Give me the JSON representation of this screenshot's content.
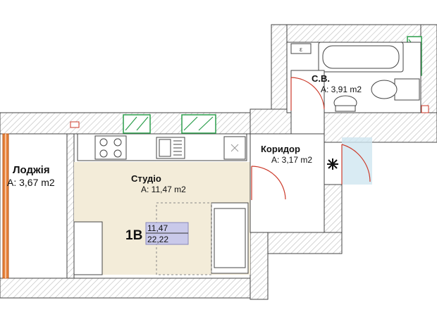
{
  "colors": {
    "wall_hatch": "#c8c8c8",
    "wall_line": "#444444",
    "studio_floor": "#f3ecd9",
    "loggia_glass": "#e8823a",
    "window_green": "#2a9d4a",
    "badge_bg": "#c9c9ea",
    "door_swing": "#cc3a2a",
    "balcony_door_glass": "#cfe6f0"
  },
  "rooms": {
    "bathroom": {
      "name": "С.В.",
      "area": "A: 3,91 m2"
    },
    "corridor": {
      "name": "Коридор",
      "area": "A: 3,17 m2"
    },
    "studio": {
      "name": "Студіо",
      "area": "A: 11,47 m2"
    },
    "loggia": {
      "name": "Лоджія",
      "area": "A: 3,67 m2"
    }
  },
  "apartment_badge": {
    "code": "1B",
    "living_area": "11,47",
    "total_area": "22,22"
  },
  "icons": {
    "ventilation": "asterisk-vent-icon",
    "boiler": "boiler-icon"
  }
}
